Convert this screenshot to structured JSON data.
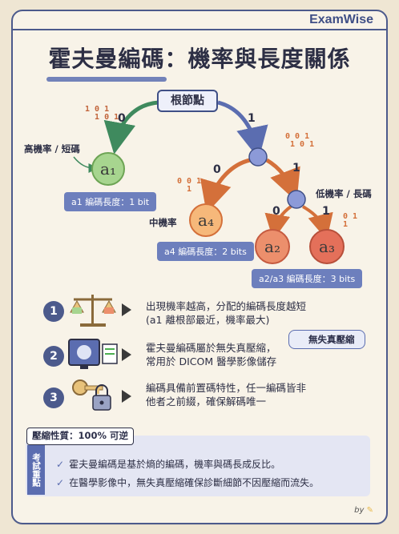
{
  "brand": "ExamWise",
  "title": "霍夫曼編碼：機率與長度關係",
  "tree": {
    "root": "根節點",
    "edges": {
      "left": "0",
      "right": "1",
      "mid_left": "0",
      "mid_right": "1",
      "low_left": "0",
      "low_right": "1"
    },
    "bits_decor": {
      "a": "1 0 1\n  1 0 1",
      "b": "0 0 1\n  1",
      "c": "0 0 1\n 1 0 1",
      "d": "0 1\n1"
    },
    "leaves": [
      {
        "symbol": "a₁",
        "prob_label": "高機率 / 短碼",
        "length_label": "a1 編碼長度：1 bit"
      },
      {
        "symbol": "a₄",
        "prob_label": "中機率",
        "length_label": "a4 編碼長度：2 bits"
      },
      {
        "symbol": "a₂",
        "prob_label": "",
        "length_label": ""
      },
      {
        "symbol": "a₃",
        "prob_label": "低機率 / 長碼",
        "length_label": "a2/a3 編碼長度：3 bits"
      }
    ]
  },
  "steps": [
    {
      "num": "1",
      "line1": "出現機率越高，分配的編碼長度越短",
      "line2": "(a1 離根部最近，機率最大)",
      "icon": "balance-scale-icon"
    },
    {
      "num": "2",
      "line1": "霍夫曼編碼屬於無失真壓縮，",
      "line2": "常用於 DICOM 醫學影像儲存",
      "icon": "xray-monitor-icon"
    },
    {
      "num": "3",
      "line1": "編碼具備前置碼特性，任一編碼皆非",
      "line2": "他者之前綴，確保解碼唯一",
      "icon": "keys-lock-icon"
    }
  ],
  "badge_lossless": "無失真壓縮",
  "property_tag": "壓縮性質：100% 可逆",
  "exam_label": "考試重點",
  "exam_points": [
    "霍夫曼編碼是基於熵的編碼，機率與碼長成反比。",
    "在醫學影像中，無失真壓縮確保診斷細節不因壓縮而流失。"
  ],
  "byline": "by",
  "colors": {
    "accent": "#4c5a8c",
    "leaf_green": "#a7d58f",
    "leaf_orange": "#f0a860",
    "leaf_red": "#e77b5f",
    "node_blue": "#8c9ad8"
  }
}
